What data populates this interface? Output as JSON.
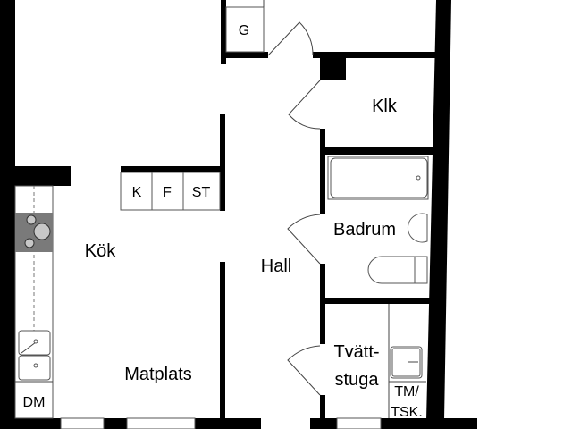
{
  "title": "Floor plan",
  "rooms": {
    "kitchen": "Kök",
    "dining": "Matplats",
    "hall": "Hall",
    "closet": "Klk",
    "bathroom": "Badrum",
    "laundry_line1": "Tvätt-",
    "laundry_line2": "stuga"
  },
  "fixtures": {
    "wardrobe_g": "G",
    "wardrobe_k": "K",
    "wardrobe_f": "F",
    "wardrobe_st": "ST",
    "dishwasher": "DM",
    "washer_line1": "TM/",
    "washer_line2": "TSK."
  },
  "colors": {
    "wall": "#000000",
    "stove": "#7a7a7a",
    "background": "#ffffff"
  }
}
